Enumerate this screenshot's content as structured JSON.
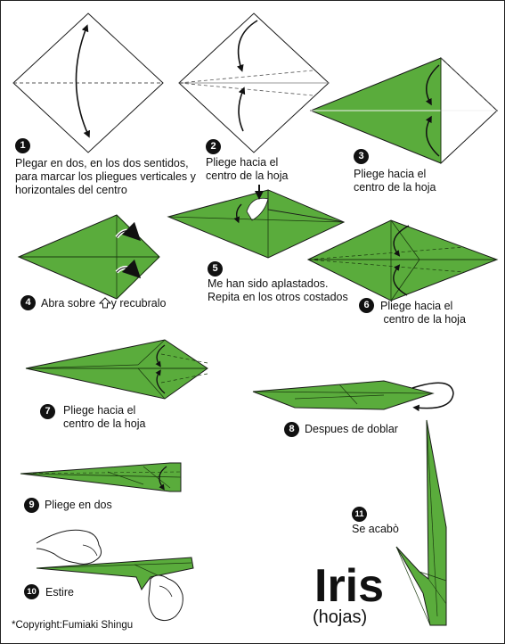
{
  "colors": {
    "paper_green": "#5aac3c",
    "fold_line": "#1c3b10",
    "outline": "#1a1a1a"
  },
  "steps": [
    {
      "number": "1",
      "text_lines": [
        "Plegar en dos, en los dos sentidos,",
        "para marcar los pliegues verticales y",
        "horizontales del centro"
      ]
    },
    {
      "number": "2",
      "text_lines": [
        "Pliege hacia el",
        "centro de la hoja"
      ]
    },
    {
      "number": "3",
      "text_lines": [
        "Pliege hacia el",
        "centro de la hoja"
      ]
    },
    {
      "number": "4",
      "text_before": "Abra sobre",
      "symbol_icon": "up-arrow-outline-icon",
      "text_after": "y recubralo"
    },
    {
      "number": "5",
      "text_lines": [
        "Me han sido aplastados.",
        "Repita en los otros costados"
      ]
    },
    {
      "number": "6",
      "text_lines": [
        "Pliege hacia el",
        " centro de la hoja"
      ]
    },
    {
      "number": "7",
      "text_lines": [
        "Pliege hacia el",
        "centro de la hoja"
      ]
    },
    {
      "number": "8",
      "text_lines": [
        "Despues de doblar"
      ]
    },
    {
      "number": "9",
      "text_lines": [
        "Pliege en dos"
      ]
    },
    {
      "number": "10",
      "text_lines": [
        "Estire"
      ]
    },
    {
      "number": "11",
      "text_lines": [
        "Se acabò"
      ]
    }
  ],
  "title": "Iris",
  "subtitle": "(hojas)",
  "copyright": "*Copyright:Fumiaki Shingu"
}
